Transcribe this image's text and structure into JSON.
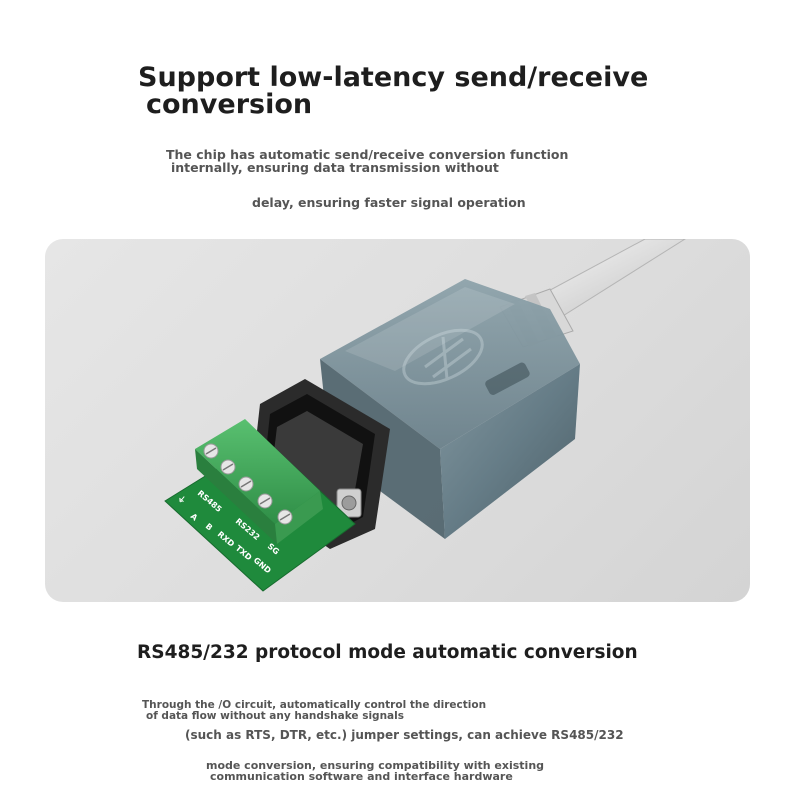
{
  "section1": {
    "title_line1": "Support low-latency send/receive",
    "title_line2": "conversion",
    "desc_line1": "The chip has automatic send/receive conversion function",
    "desc_line2": "internally, ensuring data transmission without",
    "desc_line3": "delay, ensuring faster signal operation"
  },
  "product": {
    "terminal_labels": {
      "ground_symbol": "⏚",
      "group_rs485": "RS485",
      "group_rs232": "RS232",
      "a": "A",
      "b": "B",
      "rxd": "RXD",
      "txd": "TXD",
      "gnd": "GND",
      "sg": "SG"
    },
    "colors": {
      "housing": "#5f7782",
      "terminal_block": "#3fa65a",
      "pcb": "#1f8a3c",
      "cable": "#e8e8e8"
    }
  },
  "section2": {
    "title": "RS485/232 protocol mode automatic conversion",
    "desc_line1": "Through the /O circuit, automatically control the direction",
    "desc_line2": "of data flow without any handshake signals",
    "desc_line3": "(such as RTS, DTR, etc.) jumper settings, can achieve RS485/232",
    "desc_line4": "mode conversion, ensuring compatibility with existing",
    "desc_line5": "communication software and interface hardware"
  }
}
